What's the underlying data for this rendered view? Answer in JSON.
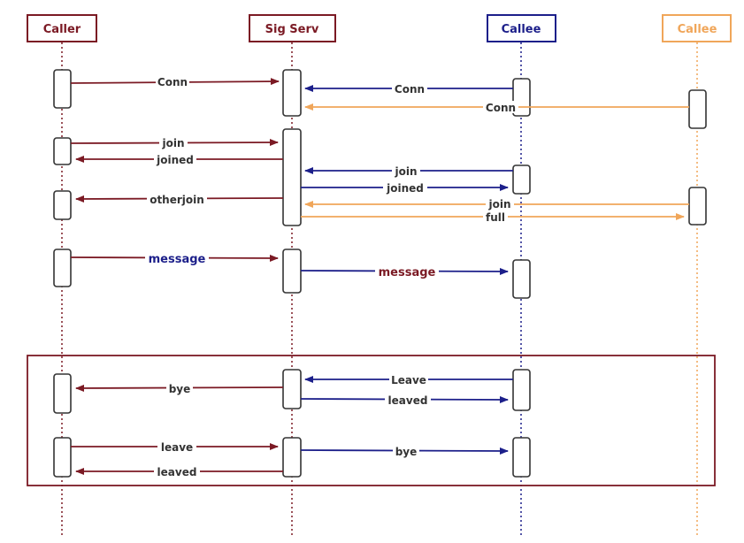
{
  "participants": [
    {
      "id": "caller",
      "label": "Caller",
      "color": "#7b1a24"
    },
    {
      "id": "sigserv",
      "label": "Sig Serv",
      "color": "#7b1a24"
    },
    {
      "id": "callee",
      "label": "Callee",
      "color": "#1c1f8a"
    },
    {
      "id": "callee2",
      "label": "Callee",
      "color": "#f0a65a"
    }
  ],
  "colors": {
    "caller": "#7b1a24",
    "callee": "#1c1f8a",
    "callee2": "#f0a65a",
    "label_default": "#333333",
    "activation_stroke": "#333333",
    "frame": "#7b1a24"
  },
  "messages": [
    {
      "label": "Conn",
      "from": "caller",
      "to": "sigserv",
      "color": "caller"
    },
    {
      "label": "Conn",
      "from": "callee",
      "to": "sigserv",
      "color": "callee"
    },
    {
      "label": "Conn",
      "from": "callee2",
      "to": "sigserv",
      "color": "callee2"
    },
    {
      "label": "join",
      "from": "caller",
      "to": "sigserv",
      "color": "caller"
    },
    {
      "label": "joined",
      "from": "sigserv",
      "to": "caller",
      "color": "caller"
    },
    {
      "label": "join",
      "from": "callee",
      "to": "sigserv",
      "color": "callee"
    },
    {
      "label": "joined",
      "from": "sigserv",
      "to": "callee",
      "color": "callee"
    },
    {
      "label": "otherjoin",
      "from": "sigserv",
      "to": "caller",
      "color": "caller"
    },
    {
      "label": "join",
      "from": "callee2",
      "to": "sigserv",
      "color": "callee2"
    },
    {
      "label": "full",
      "from": "sigserv",
      "to": "callee2",
      "color": "callee2"
    },
    {
      "label": "message",
      "from": "caller",
      "to": "sigserv",
      "color": "caller",
      "label_color": "callee"
    },
    {
      "label": "message",
      "from": "sigserv",
      "to": "callee",
      "color": "callee",
      "label_color": "caller"
    },
    {
      "label": "Leave",
      "from": "callee",
      "to": "sigserv",
      "color": "callee"
    },
    {
      "label": "bye",
      "from": "sigserv",
      "to": "caller",
      "color": "caller"
    },
    {
      "label": "leaved",
      "from": "sigserv",
      "to": "callee",
      "color": "callee"
    },
    {
      "label": "leave",
      "from": "caller",
      "to": "sigserv",
      "color": "caller"
    },
    {
      "label": "bye",
      "from": "sigserv",
      "to": "callee",
      "color": "callee"
    },
    {
      "label": "leaved",
      "from": "sigserv",
      "to": "caller",
      "color": "caller"
    }
  ]
}
